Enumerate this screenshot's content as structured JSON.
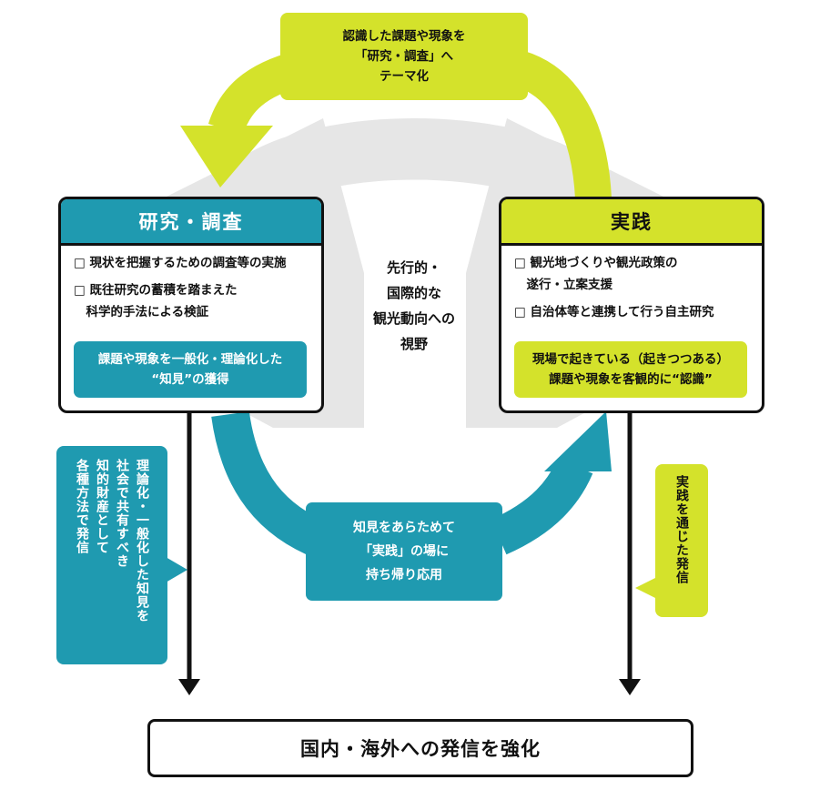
{
  "colors": {
    "teal": "#1f9ab0",
    "lime": "#d4e22b",
    "gray": "#e6e6e6",
    "black": "#111111"
  },
  "top_box": {
    "lines": [
      "認識した課題や現象を",
      "「研究・調査」へ",
      "テーマ化"
    ]
  },
  "research_panel": {
    "title": "研究・調査",
    "items": [
      {
        "lines": [
          "□ 現状を把握するための調査等の実施"
        ]
      },
      {
        "lines": [
          "□ 既往研究の蓄積を踏まえた",
          "　科学的手法による検証"
        ]
      }
    ],
    "highlight": [
      "課題や現象を一般化・理論化した",
      "“知見”の獲得"
    ]
  },
  "practice_panel": {
    "title": "実践",
    "items": [
      {
        "lines": [
          "□ 観光地づくりや観光政策の",
          "　遂行・立案支援"
        ]
      },
      {
        "lines": [
          "□ 自治体等と連携して行う自主研究"
        ]
      }
    ],
    "highlight": [
      "現場で起きている（起きつつある）",
      "課題や現象を客観的に“認識”"
    ]
  },
  "center_text": [
    "先行的・",
    "国際的な",
    "観光動向への",
    "視野"
  ],
  "bottom_box": {
    "lines": [
      "知見をあらためて",
      "「実践」の場に",
      "持ち帰り応用"
    ]
  },
  "left_callout": {
    "columns": [
      "理論化・一般化した知見を",
      "社会で共有すべき",
      "知的財産として",
      "各種方法で発信"
    ]
  },
  "right_callout": {
    "text": "実践を通じた発信"
  },
  "final_box": {
    "text": "国内・海外への発信を強化"
  }
}
